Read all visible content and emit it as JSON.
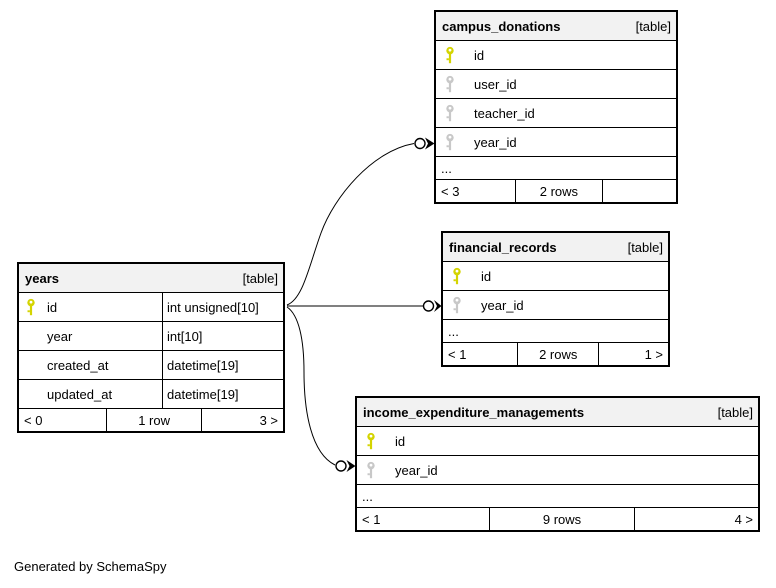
{
  "diagram": {
    "generator_note": "Generated by SchemaSpy"
  },
  "colors": {
    "primary_key": "#d4d400",
    "foreign_key": "#c8c8c8",
    "header_bg": "#f2f2f2",
    "border": "#000000",
    "background": "#ffffff"
  },
  "tables": [
    {
      "name": "years",
      "tag": "[table]",
      "columns": [
        {
          "name": "id",
          "type": "int unsigned[10]",
          "key": "primary"
        },
        {
          "name": "year",
          "type": "int[10]",
          "key": "none"
        },
        {
          "name": "created_at",
          "type": "datetime[19]",
          "key": "none"
        },
        {
          "name": "updated_at",
          "type": "datetime[19]",
          "key": "none"
        }
      ],
      "footer": {
        "left": "< 0",
        "center": "1 row",
        "right": "3 >"
      }
    },
    {
      "name": "campus_donations",
      "tag": "[table]",
      "columns": [
        {
          "name": "id",
          "key": "primary"
        },
        {
          "name": "user_id",
          "key": "foreign"
        },
        {
          "name": "teacher_id",
          "key": "foreign"
        },
        {
          "name": "year_id",
          "key": "foreign"
        }
      ],
      "ellipsis": "...",
      "footer": {
        "left": "< 3",
        "center": "2 rows",
        "right": ""
      }
    },
    {
      "name": "financial_records",
      "tag": "[table]",
      "columns": [
        {
          "name": "id",
          "key": "primary"
        },
        {
          "name": "year_id",
          "key": "foreign"
        }
      ],
      "ellipsis": "...",
      "footer": {
        "left": "< 1",
        "center": "2 rows",
        "right": "1 >"
      }
    },
    {
      "name": "income_expenditure_managements",
      "tag": "[table]",
      "columns": [
        {
          "name": "id",
          "key": "primary"
        },
        {
          "name": "year_id",
          "key": "foreign"
        }
      ],
      "ellipsis": "...",
      "footer": {
        "left": "< 1",
        "center": "9 rows",
        "right": "4 >"
      }
    }
  ],
  "relationships": [
    {
      "from": "years.id",
      "to": "campus_donations.year_id"
    },
    {
      "from": "years.id",
      "to": "financial_records.year_id"
    },
    {
      "from": "years.id",
      "to": "income_expenditure_managements.year_id"
    }
  ]
}
